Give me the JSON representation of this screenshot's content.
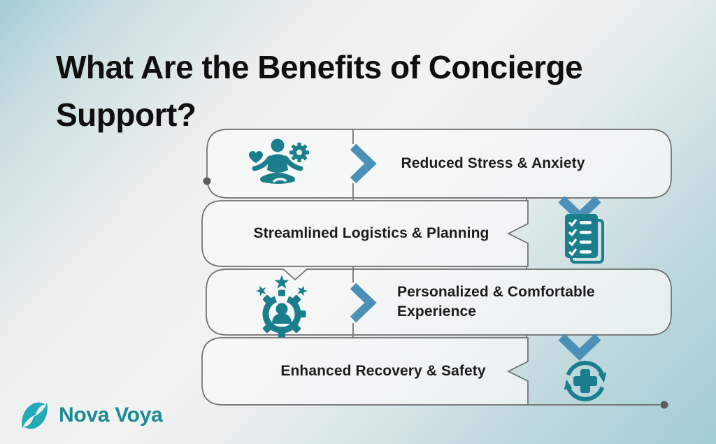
{
  "title": {
    "lines": [
      "What Are the Benefits of Concierge",
      "Support?"
    ]
  },
  "benefits": [
    {
      "label": "Reduced Stress & Anxiety",
      "icon": "meditation-heart-gear-icon"
    },
    {
      "label": "Streamlined Logistics & Planning",
      "icon": "checklist-icon"
    },
    {
      "label": "Personalized & Comfortable Experience",
      "icon": "person-gear-stars-icon"
    },
    {
      "label": "Enhanced Recovery & Safety",
      "icon": "medical-cross-refresh-icon"
    }
  ],
  "logo": {
    "name": "Nova Voya"
  },
  "colors": {
    "icon_teal": "#1b7e8d",
    "arrow_blue": "#4a90b8",
    "outline_gray": "#6e6e6e",
    "logo_teal": "#1c8b97",
    "title_black": "#0f0f0f"
  }
}
